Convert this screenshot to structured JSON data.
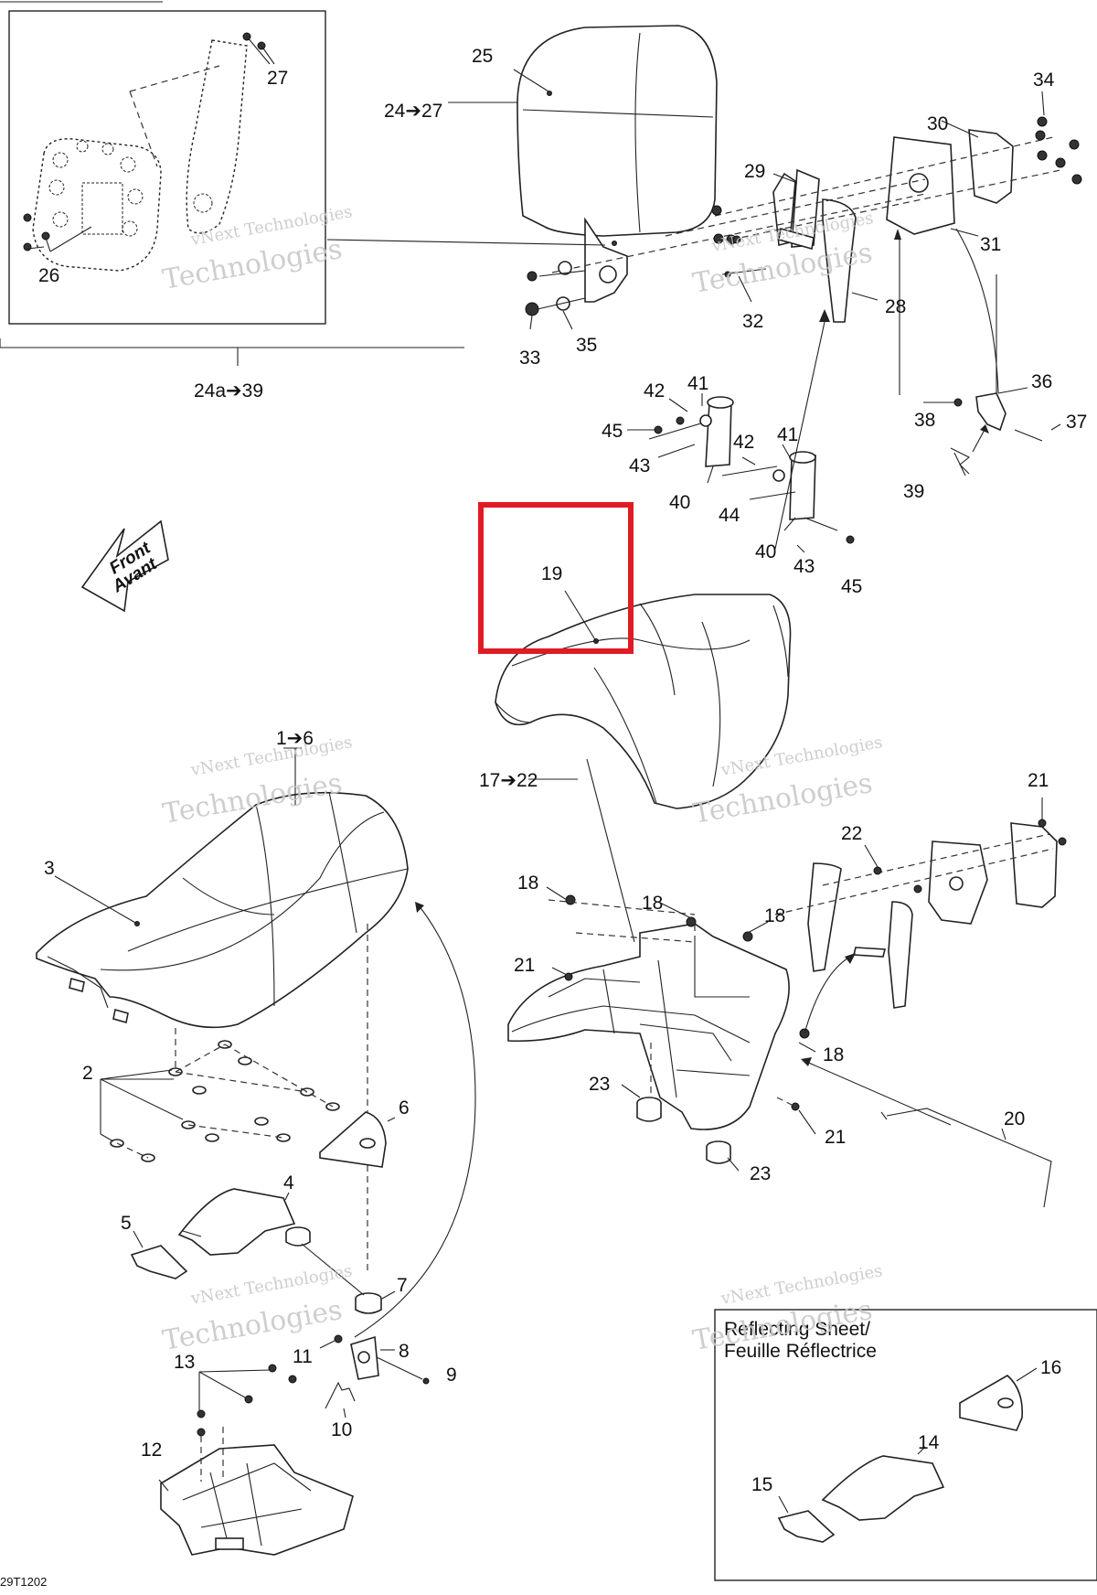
{
  "diagram": {
    "code": "29T1202",
    "watermark": [
      "vNext Technologies",
      "vNext",
      "Technologies"
    ],
    "front_arrow": {
      "line1": "Front",
      "line2": "Avant"
    },
    "reflecting_box": {
      "line1": "Reflecting Sheet/",
      "line2": "Feuille Réflectrice"
    },
    "highlight_color": "#e01b24",
    "labels": {
      "l1_6": "1➔6",
      "l2": "2",
      "l3": "3",
      "l4": "4",
      "l5": "5",
      "l6": "6",
      "l7": "7",
      "l8": "8",
      "l9": "9",
      "l10": "10",
      "l11": "11",
      "l12": "12",
      "l13": "13",
      "l14": "14",
      "l15": "15",
      "l16": "16",
      "l17_22": "17➔22",
      "l18a": "18",
      "l18b": "18",
      "l18c": "18",
      "l18d": "18",
      "l19": "19",
      "l20": "20",
      "l21a": "21",
      "l21b": "21",
      "l21c": "21",
      "l22": "22",
      "l23a": "23",
      "l23b": "23",
      "l24_27": "24➔27",
      "l24a_39": "24a➔39",
      "l25": "25",
      "l26": "26",
      "l27": "27",
      "l28": "28",
      "l29": "29",
      "l30": "30",
      "l31": "31",
      "l32": "32",
      "l33": "33",
      "l34": "34",
      "l35": "35",
      "l36": "36",
      "l37": "37",
      "l38": "38",
      "l39": "39",
      "l40a": "40",
      "l40b": "40",
      "l41a": "41",
      "l41b": "41",
      "l42a": "42",
      "l42b": "42",
      "l43a": "43",
      "l43b": "43",
      "l44": "44",
      "l45a": "45",
      "l45b": "45"
    }
  }
}
